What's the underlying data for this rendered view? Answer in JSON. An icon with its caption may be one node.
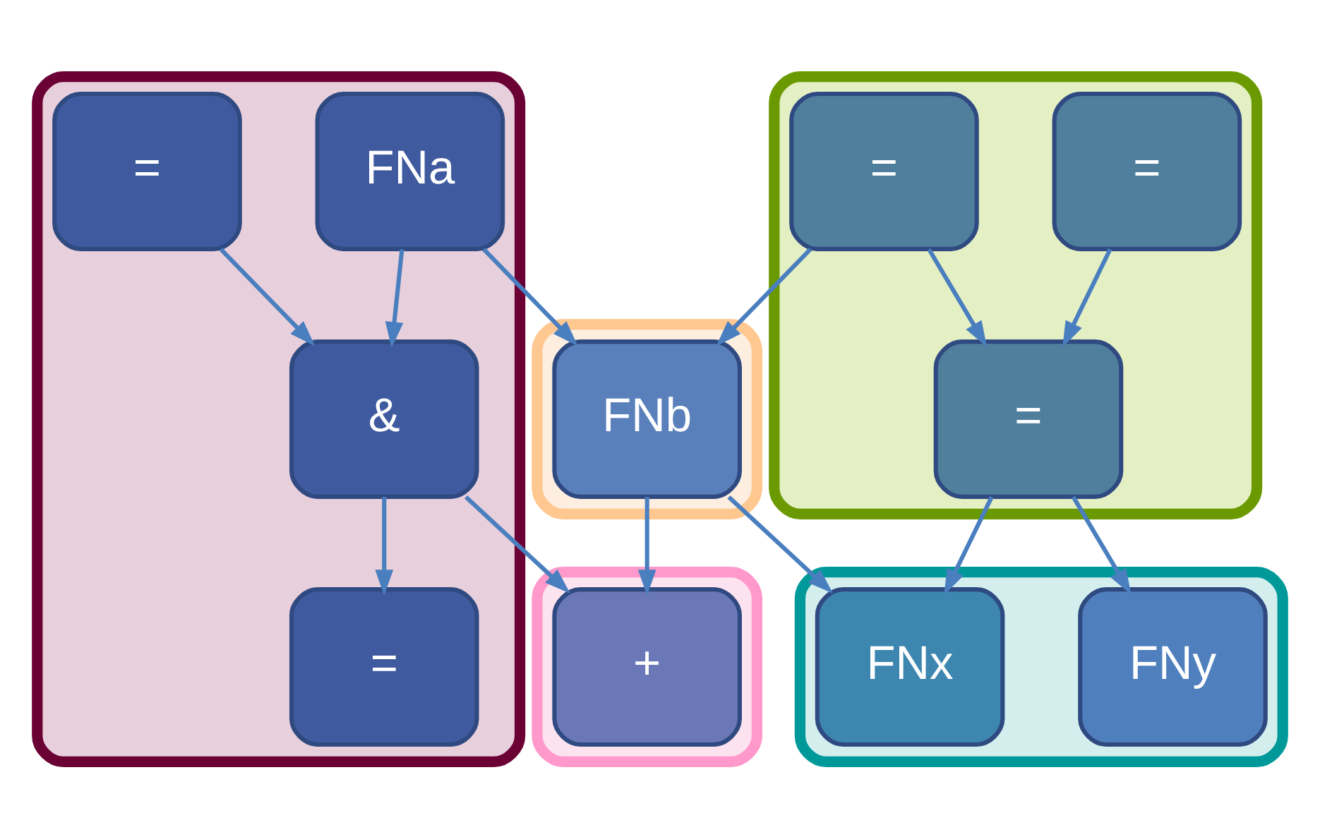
{
  "diagram": {
    "nodes": [
      {
        "text": [],
        "shape": "box"
      },
      {
        "text": [
          "="
        ],
        "in": 0
      },
      {
        "text": [
          "FNa"
        ],
        "in": 0
      },
      {
        "text": [
          "&"
        ],
        "in": 0
      },
      {
        "text": [
          "="
        ],
        "in": 0
      },
      {
        "text": [],
        "shape": "box"
      },
      {
        "text": [
          "FNb"
        ],
        "in": 5
      },
      {
        "text": [],
        "shape": "box"
      },
      {
        "text": [
          "="
        ],
        "in": 7
      },
      {
        "text": [
          "="
        ],
        "in": 7
      },
      {
        "text": [
          "="
        ],
        "in": 7
      },
      {
        "text": [],
        "shape": "box"
      },
      {
        "text": [
          "+"
        ],
        "in": 11
      },
      {
        "text": [],
        "shape": "box"
      },
      {
        "text": [
          "FNx"
        ],
        "in": 13
      },
      {
        "text": [
          "FNy"
        ],
        "in": 13
      }
    ],
    "edges": [
      {
        "from": 1,
        "to": 3,
        "arrow": "to"
      },
      {
        "from": 2,
        "to": 3,
        "arrow": "to"
      },
      {
        "from": 2,
        "to": 6,
        "arrow": "to"
      },
      {
        "from": 3,
        "to": 4,
        "arrow": "to"
      },
      {
        "from": 3,
        "to": 12,
        "arrow": "to"
      },
      {
        "from": 6,
        "to": 12,
        "arrow": "to"
      },
      {
        "from": 6,
        "to": 14,
        "arrow": "to"
      },
      {
        "from": 8,
        "to": 6,
        "arrow": "to"
      },
      {
        "from": 8,
        "to": 10,
        "arrow": "to"
      },
      {
        "from": 9,
        "to": 10,
        "arrow": "to"
      },
      {
        "from": 10,
        "to": 14,
        "arrow": "to"
      },
      {
        "from": 10,
        "to": 15,
        "arrow": "to"
      }
    ]
  }
}
